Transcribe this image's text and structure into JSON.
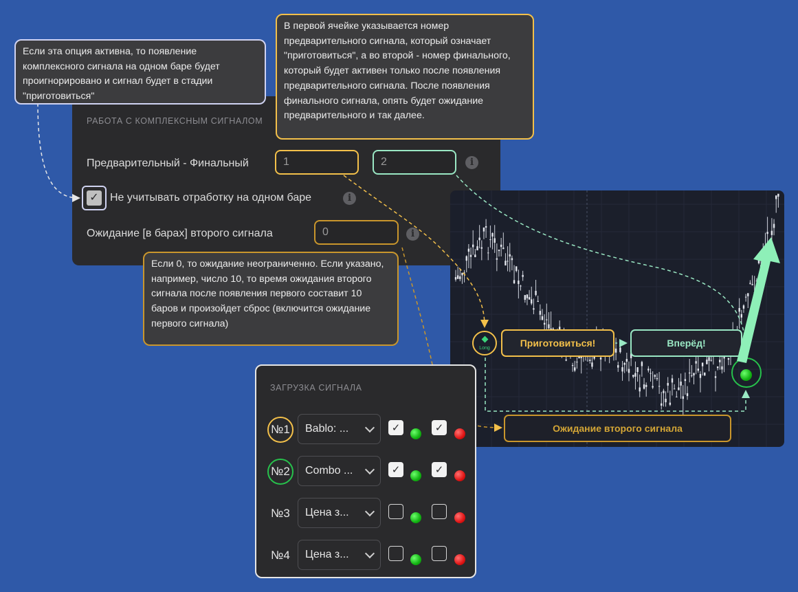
{
  "settings": {
    "section_title": "РАБОТА С КОМПЛЕКСНЫМ СИГНАЛОМ",
    "pre_final_label": "Предварительный - Финальный",
    "pre_value": "1",
    "final_value": "2",
    "ignore_label": "Не учитывать отработку на одном баре",
    "ignore_checked": true,
    "wait_label": "Ожидание [в барах] второго сигнала",
    "wait_value": "0",
    "info_glyph": "i"
  },
  "callouts": {
    "checkbox": "Если эта опция активна, то появление комплексного сигнала на одном баре будет проигнорировано и сигнал будет в стадии \"приготовиться\"",
    "cells": "В первой ячейке указывается номер предварительного сигнала, который означает \"приготовиться\", а во второй - номер финального, который будет активен только после появления предварительного сигнала. После появления финального сигнала, опять будет ожидание предварительного и так далее.",
    "wait": "Если 0, то ожидание неограниченно. Если указано, например, число 10, то время ожидания второго сигнала после появления первого составит 10 баров и произойдет сброс (включится ожидание первого сигнала)"
  },
  "chart": {
    "prepare_label": "Приготовиться!",
    "forward_label": "Вперёд!",
    "wait_label": "Ожидание второго сигнала",
    "long_label": "Long",
    "colors": {
      "yellow": "#f3c04a",
      "mint": "#9ae8c4",
      "gold": "#d4a636"
    }
  },
  "signal_load": {
    "title": "ЗАГРУЗКА СИГНАЛА",
    "rows": [
      {
        "num": "№1",
        "select": "Bablo: ...",
        "cb1": true,
        "cb2": true,
        "ring": "yellow"
      },
      {
        "num": "№2",
        "select": "Combo ...",
        "cb1": true,
        "cb2": true,
        "ring": "green"
      },
      {
        "num": "№3",
        "select": "Цена з...",
        "cb1": false,
        "cb2": false,
        "ring": ""
      },
      {
        "num": "№4",
        "select": "Цена з...",
        "cb1": false,
        "cb2": false,
        "ring": ""
      }
    ]
  }
}
